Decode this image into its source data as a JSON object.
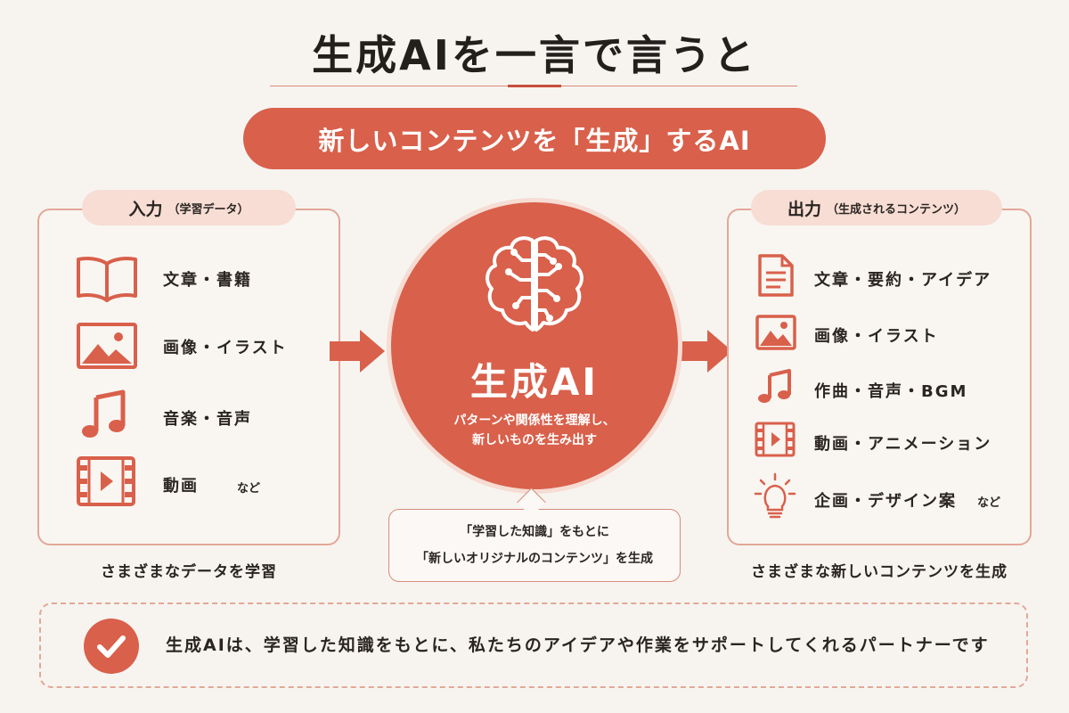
{
  "title": "生成AIを一言で言うと",
  "banner": "新しいコンテンツを「生成」するAI",
  "input": {
    "tab_main": "入力",
    "tab_sub": "（学習データ）",
    "items": [
      {
        "label": "文章・書籍",
        "icon": "book-icon"
      },
      {
        "label": "画像・イラスト",
        "icon": "image-icon"
      },
      {
        "label": "音楽・音声",
        "icon": "music-note-icon"
      },
      {
        "label": "動画",
        "icon": "film-icon"
      }
    ],
    "nado": "など",
    "caption": "さまざまなデータを学習"
  },
  "center": {
    "title": "生成AI",
    "desc_line1": "パターンや関係性を理解し、",
    "desc_line2": "新しいものを生み出す",
    "icon": "brain-circuit-icon"
  },
  "callout": {
    "line1": "「学習した知識」をもとに",
    "line2": "「新しいオリジナルのコンテンツ」を生成"
  },
  "output": {
    "tab_main": "出力",
    "tab_sub": "（生成されるコンテンツ）",
    "items": [
      {
        "label": "文章・要約・アイデア",
        "icon": "document-icon"
      },
      {
        "label": "画像・イラスト",
        "icon": "image-icon"
      },
      {
        "label": "作曲・音声・BGM",
        "icon": "music-note-icon"
      },
      {
        "label": "動画・アニメーション",
        "icon": "film-icon"
      },
      {
        "label": "企画・デザイン案",
        "icon": "lightbulb-icon"
      }
    ],
    "nado": "など",
    "caption": "さまざまな新しいコンテンツを生成"
  },
  "bottom": {
    "text": "生成AIは、学習した知識をもとに、私たちのアイデアや作業をサポートしてくれるパートナーです",
    "icon": "check-icon"
  },
  "colors": {
    "accent": "#d9604b",
    "accent_light": "#f7ddd3",
    "border": "#e3a797",
    "background": "#f7f4f0"
  }
}
